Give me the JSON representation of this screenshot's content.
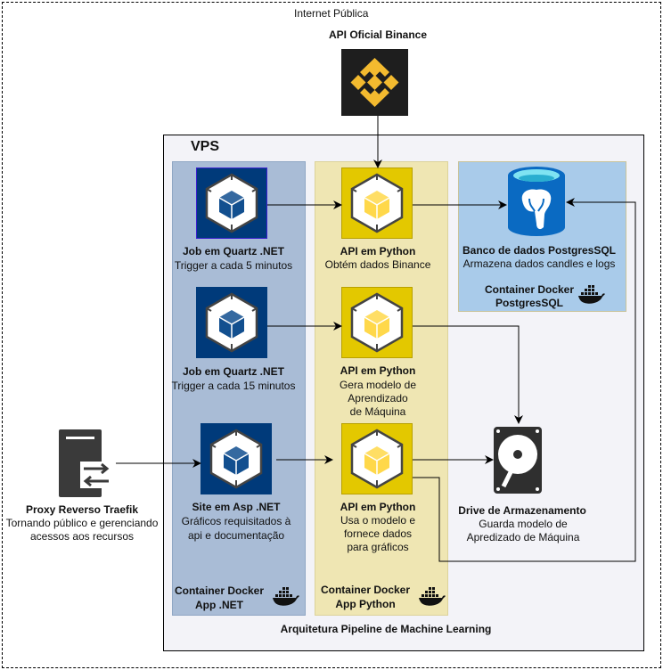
{
  "internet_label": "Internet Pública",
  "binance": {
    "title": "API Oficial Binance",
    "color": "#F3BA2F"
  },
  "vps": {
    "title": "VPS",
    "footer": "Arquitetura Pipeline de Machine Learning"
  },
  "dotnet_column": {
    "container_line1": "Container Docker",
    "container_line2": "App .NET",
    "nodes": [
      {
        "title": "Job em Quartz .NET",
        "lines": [
          "Trigger a cada 5 minutos"
        ]
      },
      {
        "title": "Job em Quartz .NET",
        "lines": [
          "Trigger a cada 15 minutos"
        ]
      },
      {
        "title": "Site em Asp .NET",
        "lines": [
          "Gráficos requisitados à",
          "api e documentação"
        ]
      }
    ]
  },
  "python_column": {
    "container_line1": "Container Docker",
    "container_line2": "App Python",
    "nodes": [
      {
        "title": "API em Python",
        "lines": [
          "Obtém dados Binance"
        ]
      },
      {
        "title": "API em Python",
        "lines": [
          "Gera modelo de",
          "Aprendizado",
          "de Máquina"
        ]
      },
      {
        "title": "API em Python",
        "lines": [
          "Usa o modelo e",
          "fornece dados",
          "para gráficos"
        ]
      }
    ]
  },
  "postgres": {
    "title": "Banco de dados PostgresSQL",
    "desc": "Armazena dados candles e logs",
    "container_line1": "Container Docker",
    "container_line2": "PostgresSQL"
  },
  "drive": {
    "title": "Drive de Armazenamento",
    "lines": [
      "Guarda modelo de",
      "Apredizado de Máquina"
    ]
  },
  "proxy": {
    "title": "Proxy Reverso Traefik",
    "lines": [
      "Tornando público e gerenciando",
      "acessos aos recursos"
    ]
  },
  "colors": {
    "dotnet_bg": "#a9bcd6",
    "python_bg": "#efe6b3",
    "postgres_bg": "#a9cbea",
    "dotnet_icon": "#003a7a",
    "python_icon": "#e3c800"
  }
}
